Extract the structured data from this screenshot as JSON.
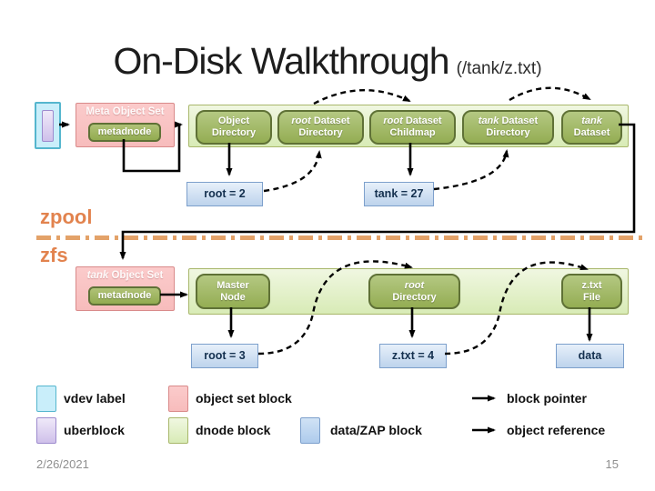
{
  "slide": {
    "title": "On-Disk Walkthrough",
    "subtitle": "(/tank/z.txt)",
    "date": "2/26/2021",
    "page": "15"
  },
  "sections": {
    "zpool_label": "zpool",
    "zfs_label": "zfs"
  },
  "zpool": {
    "object_set": {
      "title_em": "",
      "title_rest": "Meta Object Set",
      "dnode": "metadnode"
    },
    "dnode_boxes": [
      {
        "l1em": "",
        "l1": "Object",
        "l2em": "",
        "l2": "Directory"
      },
      {
        "l1em": "root",
        "l1": " Dataset",
        "l2em": "",
        "l2": "Directory"
      },
      {
        "l1em": "root",
        "l1": " Dataset",
        "l2em": "",
        "l2": "Childmap"
      },
      {
        "l1em": "tank",
        "l1": " Dataset",
        "l2em": "",
        "l2": "Directory"
      },
      {
        "l1em": "tank",
        "l1": "",
        "l2em": "",
        "l2": "Dataset"
      }
    ],
    "zap_boxes": [
      {
        "label": "root = 2"
      },
      {
        "label": "tank = 27"
      }
    ]
  },
  "zfs": {
    "object_set": {
      "title_em": "tank",
      "title_rest": " Object Set",
      "dnode": "metadnode"
    },
    "dnode_boxes": [
      {
        "l1em": "",
        "l1": "Master",
        "l2em": "",
        "l2": "Node"
      },
      {
        "l1em": "root",
        "l1": "",
        "l2em": "",
        "l2": "Directory"
      },
      {
        "l1em": "",
        "l1": "z.txt",
        "l2em": "",
        "l2": "File"
      }
    ],
    "zap_boxes": [
      {
        "label": "root = 3"
      },
      {
        "label": "z.txt = 4"
      }
    ],
    "data_box": {
      "label": "data"
    }
  },
  "legend": {
    "items": [
      {
        "label": "vdev label"
      },
      {
        "label": "object set block"
      },
      {
        "label": "uberblock"
      },
      {
        "label": "dnode block"
      },
      {
        "label": "data/ZAP block"
      }
    ],
    "arrows": [
      {
        "label": "block pointer"
      },
      {
        "label": "object reference"
      }
    ]
  },
  "colors": {
    "accent_orange": "#e2834e",
    "divider_orange": "#e3a269",
    "vdev_fill": "#c9eefa",
    "vdev_border": "#55b6ce",
    "uberblock_fill": "#d9ccf1",
    "uberblock_border": "#9d8bce",
    "object_set_fill": "#f9c2c2",
    "object_set_border": "#d98a8a",
    "dnode_panel_fill": "#e3f0c6",
    "dnode_panel_border": "#a8b76b",
    "dnode_box_fill": "#9cb55e",
    "dnode_box_border": "#5f7136",
    "zap_fill": "#cfdff2",
    "zap_border": "#7da0cc",
    "arrow": "#000000"
  }
}
